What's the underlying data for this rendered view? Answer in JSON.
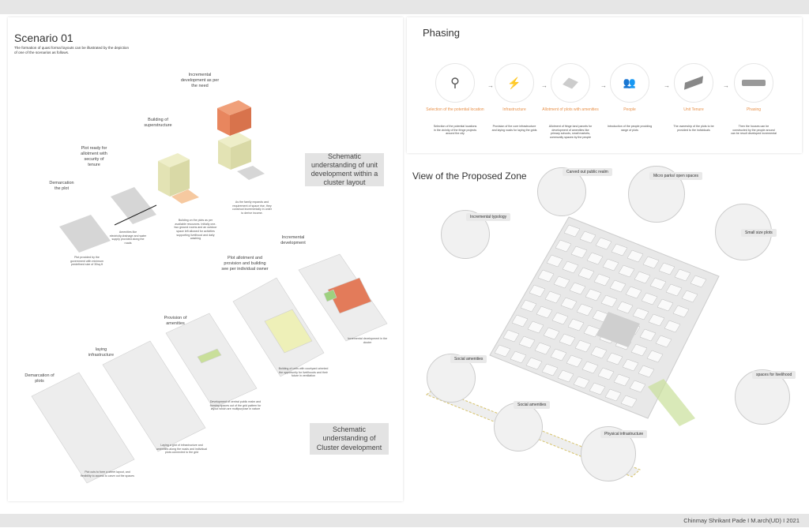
{
  "scenario": {
    "title": "Scenario 01",
    "intro": "The formation of quasi formal layouts can be illustrated by the depiction of one of the scenarios as follows.",
    "unit_steps": [
      "Demarcation the plot",
      "Plot ready for allotment with security of tenure",
      "Building of superstructure",
      "Incremental development as per the need"
    ],
    "unit_captions": [
      "Plot provided by the government with minimum predefined size of 30sq.ft",
      "Amenities like electricity,drainage and water supply provided along the roads",
      "Building on the plots as per available resources. Initially one-two ground rooms and an outdoor space left allowed for activities supporting livelihood and daily washing",
      "As the family expands and requirement of space rise, they construct incrementally in order to derive income."
    ],
    "unit_box": "Schematic understanding of unit development within a cluster layout",
    "cluster_steps": [
      "Demarcation of plots",
      "laying infrastructure",
      "Provision of amenities",
      "Plot allotment and provision and building see per individual owner",
      "Incremental development"
    ],
    "cluster_captions": [
      "Plot cuts to form a street layout, and flexibility to access to carve out the spaces",
      "Laying a grid of infrastructure and amenities along the roads and individual plots connected to the grid",
      "Development of central public realm and forming spaces out of the grid pattern for layout which are multipurpose in nature",
      "Building of units with courtyard oriented the opportunity for livelihoods and their future in ventilation",
      "Incremental development in the cluster"
    ],
    "cluster_box": "Schematic understanding of Cluster development"
  },
  "phasing": {
    "title": "Phasing",
    "steps": [
      {
        "title": "Selection of the potential location",
        "desc": "Selection of the potential locations in the vicinity of the fringe projects around the city"
      },
      {
        "title": "Infrastructure",
        "desc": "Provision of the core infrastructure and laying roads for laying the grids"
      },
      {
        "title": "Allotment of plots with amenities",
        "desc": "Allotment of fringe land parcels for development of amenities like primary schools, small markets, community spaces by the people"
      },
      {
        "title": "People",
        "desc": "Introduction of the people providing range of plots"
      },
      {
        "title": "Unit Tenure",
        "desc": "The ownership of the plots to be provided to the individuals"
      },
      {
        "title": "Phasing",
        "desc": "Then the houses can be constructed by the people around can be result developed incremental"
      }
    ]
  },
  "zone": {
    "title": "View of the Proposed Zone",
    "tags": [
      "Carved out public realm",
      "Micro parks/ open spaces",
      "Incremental typology",
      "Small size plots",
      "Social amenities",
      "Social amenities",
      "spaces for livelihood",
      "Physical infrastructure"
    ]
  },
  "footer": "Chinmay Shrikant Pade I M.arch(UD) I 2021",
  "colors": {
    "accent": "#e8914a",
    "orange": "#e07a4f",
    "yellow": "#e8e8b8",
    "green": "#b8d98a"
  }
}
